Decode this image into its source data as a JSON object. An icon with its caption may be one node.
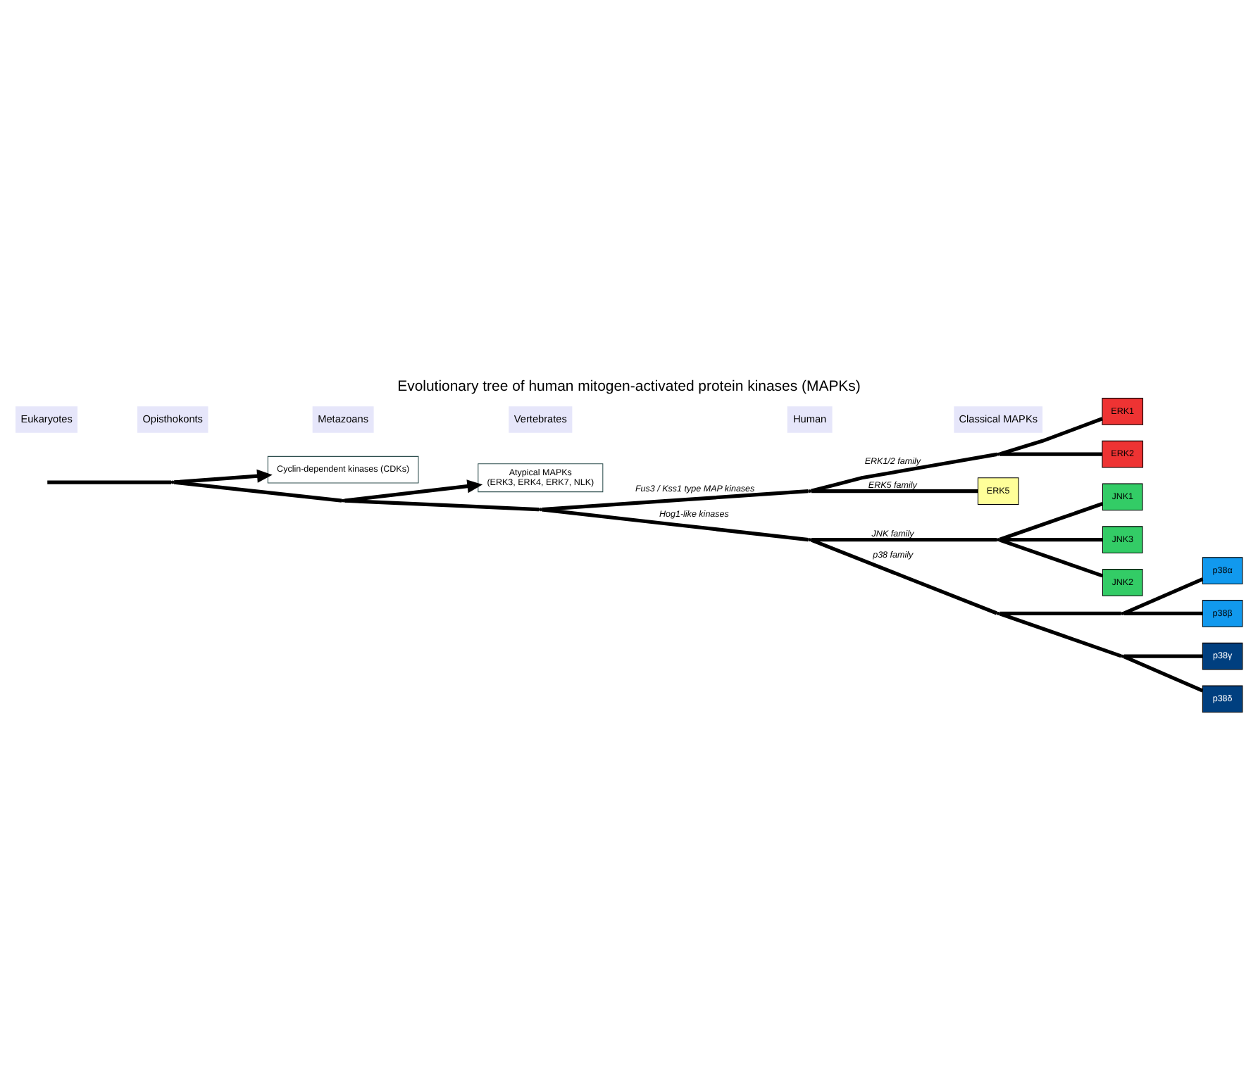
{
  "diagram": {
    "title": "Evolutionary tree of human mitogen-activated protein kinases (MAPKs)",
    "nodes": [
      {
        "text": [],
        "shape": "point"
      },
      {
        "text": [
          "Cyclin-dependent kinases (CDKs)"
        ]
      },
      {
        "text": [],
        "shape": "point"
      },
      {
        "text": [
          "Atypical MAPKs",
          "(ERK3, ERK4, ERK7, NLK)"
        ]
      },
      {
        "text": [],
        "shape": "point"
      },
      {
        "text": [],
        "shape": "point"
      },
      {
        "text": [],
        "shape": "point"
      },
      {
        "text": [],
        "shape": "point"
      },
      {
        "text": [
          "ERK1"
        ]
      },
      {
        "text": [
          "ERK2"
        ]
      },
      {
        "text": [
          "ERK5"
        ]
      },
      {
        "text": [],
        "shape": "point"
      },
      {
        "text": [
          "JNK1"
        ]
      },
      {
        "text": [
          "JNK3"
        ]
      },
      {
        "text": [
          "JNK2"
        ]
      },
      {
        "text": [],
        "shape": "point"
      },
      {
        "text": [],
        "shape": "point"
      },
      {
        "text": [
          "p38α"
        ]
      },
      {
        "text": [
          "p38β"
        ]
      },
      {
        "text": [],
        "shape": "point"
      },
      {
        "text": [
          "p38γ"
        ]
      },
      {
        "text": [
          "p38δ"
        ]
      }
    ],
    "edges": [
      {
        "from": null,
        "to": 0,
        "arrow": "none"
      },
      {
        "from": 0,
        "to": 1,
        "arrow": "to"
      },
      {
        "from": 0,
        "to": 2,
        "arrow": "none"
      },
      {
        "from": 2,
        "to": 3,
        "arrow": "to"
      },
      {
        "from": 2,
        "to": 4,
        "arrow": "none"
      },
      {
        "from": 4,
        "to": 5,
        "label": "Fus3 / Kss1 type MAP kinases",
        "arrow": "none"
      },
      {
        "from": 4,
        "to": 6,
        "label": "Hog1-like kinases",
        "arrow": "none"
      },
      {
        "from": 5,
        "to": 7,
        "label": "ERK1/2 family",
        "arrow": "none"
      },
      {
        "from": 7,
        "to": 8,
        "arrow": "none"
      },
      {
        "from": 7,
        "to": 9,
        "arrow": "none"
      },
      {
        "from": 5,
        "to": 10,
        "label": "ERK5 family",
        "arrow": "none"
      },
      {
        "from": 6,
        "to": 11,
        "label": "JNK family",
        "arrow": "none"
      },
      {
        "from": 11,
        "to": 12,
        "arrow": "none"
      },
      {
        "from": 11,
        "to": 13,
        "arrow": "none"
      },
      {
        "from": 11,
        "to": 14,
        "arrow": "none"
      },
      {
        "from": 6,
        "to": 15,
        "label": "p38 family",
        "arrow": "none"
      },
      {
        "from": 15,
        "to": 16,
        "arrow": "none"
      },
      {
        "from": 16,
        "to": 17,
        "arrow": "none"
      },
      {
        "from": 16,
        "to": 18,
        "arrow": "none"
      },
      {
        "from": 15,
        "to": 19,
        "arrow": "none"
      },
      {
        "from": 19,
        "to": 20,
        "arrow": "none"
      },
      {
        "from": 19,
        "to": 21,
        "arrow": "none"
      }
    ],
    "labels": [
      "Eukaryotes",
      "Opisthokonts",
      "Metazoans",
      "Vertebrates",
      "Human",
      "Classical MAPKs"
    ]
  }
}
